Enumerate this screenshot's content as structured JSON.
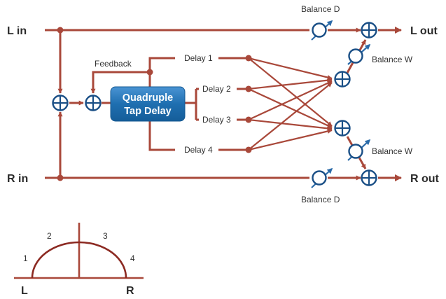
{
  "io": {
    "l_in": "L in",
    "r_in": "R in",
    "l_out": "L out",
    "r_out": "R out"
  },
  "effect_block": {
    "line1": "Quadruple",
    "line2": "Tap Delay"
  },
  "labels": {
    "feedback": "Feedback",
    "delay1": "Delay 1",
    "delay2": "Delay 2",
    "delay3": "Delay 3",
    "delay4": "Delay 4",
    "balance_d_top": "Balance D",
    "balance_d_bottom": "Balance D",
    "balance_w_top": "Balance W",
    "balance_w_bottom": "Balance W"
  },
  "pan_diagram": {
    "tap1": "1",
    "tap2": "2",
    "tap3": "3",
    "tap4": "4",
    "left": "L",
    "right": "R"
  },
  "colors": {
    "signal_line": "#a9483a",
    "adder": "#1a4f86",
    "block_fill": "#1f6fb0"
  },
  "icons": {
    "adder": "plus-in-circle",
    "balance_knob": "knob-with-arrow"
  }
}
